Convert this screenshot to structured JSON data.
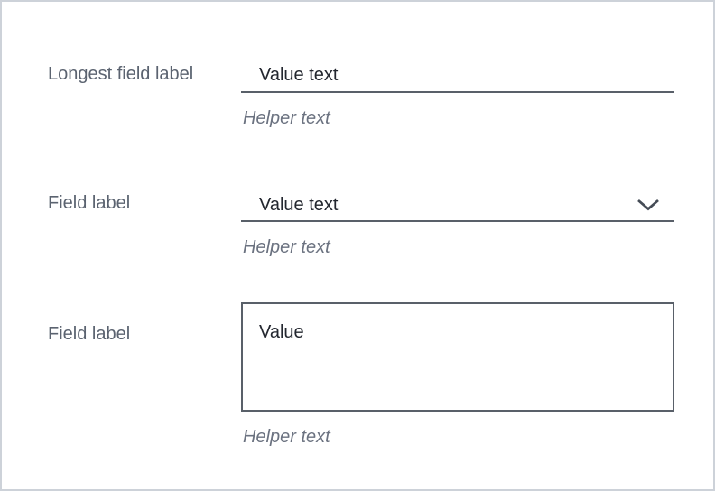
{
  "panel": {
    "background": "#ffffff",
    "frame_border_color": "#cdd2d9"
  },
  "colors": {
    "label": "#5b6370",
    "value": "#23272f",
    "underline": "#596069",
    "helper": "#6b7280",
    "chevron": "#454c56"
  },
  "fields": [
    {
      "type": "text-input",
      "label": "Longest field label",
      "value": "Value text",
      "helper": "Helper text"
    },
    {
      "type": "select",
      "label": "Field label",
      "value": "Value text",
      "helper": "Helper text",
      "icon": "chevron-down-icon"
    },
    {
      "type": "textarea",
      "label": "Field label",
      "value": "Value",
      "helper": "Helper text"
    }
  ]
}
